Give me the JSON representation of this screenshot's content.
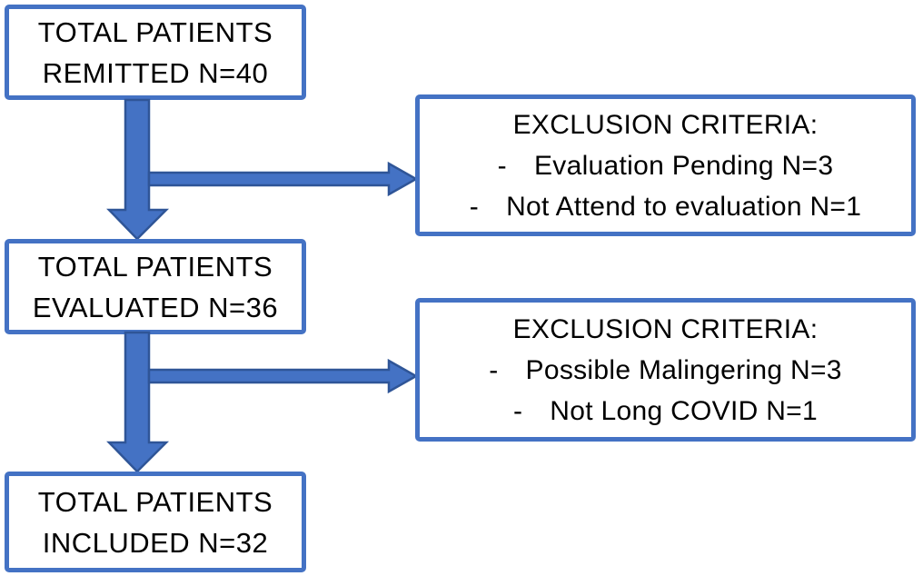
{
  "colors": {
    "box_border": "#4472c4",
    "arrow_fill": "#4472c4",
    "arrow_stroke": "#2f5597",
    "text": "#000000",
    "background": "#ffffff"
  },
  "flowchart": {
    "main_boxes": [
      {
        "line1": "TOTAL PATIENTS",
        "line2": "REMITTED N=40"
      },
      {
        "line1": "TOTAL PATIENTS",
        "line2": "EVALUATED N=36"
      },
      {
        "line1": "TOTAL PATIENTS",
        "line2": "INCLUDED N=32"
      }
    ],
    "exclusion_boxes": [
      {
        "title": "EXCLUSION CRITERIA:",
        "items": [
          {
            "marker": "-",
            "text": "Evaluation Pending N=3"
          },
          {
            "marker": "-",
            "text": "Not Attend to evaluation N=1"
          }
        ]
      },
      {
        "title": "EXCLUSION CRITERIA:",
        "items": [
          {
            "marker": "-",
            "text": "Possible Malingering N=3"
          },
          {
            "marker": "-",
            "text": "Not Long COVID N=1"
          }
        ]
      }
    ]
  }
}
